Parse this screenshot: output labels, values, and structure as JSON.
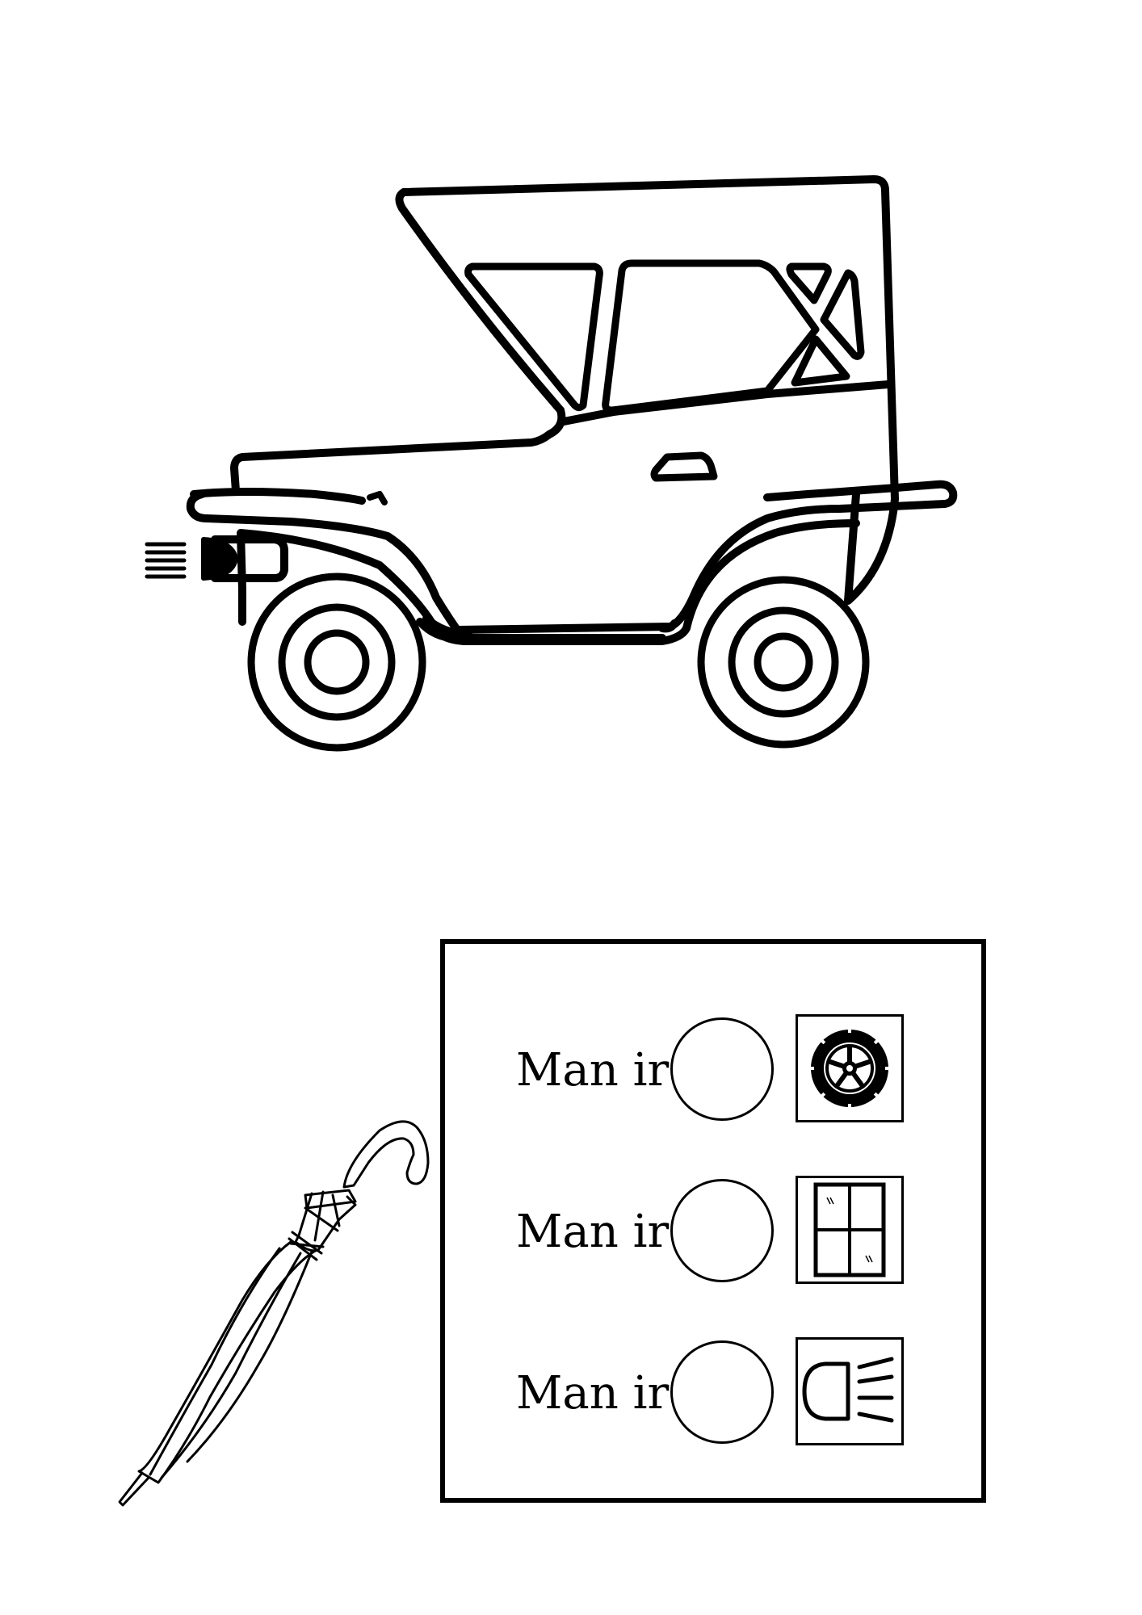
{
  "checklist": {
    "rows": [
      {
        "label": "Man ir",
        "icon": "wheel-icon"
      },
      {
        "label": "Man ir",
        "icon": "window-icon"
      },
      {
        "label": "Man ir",
        "icon": "headlight-icon"
      }
    ]
  },
  "colors": {
    "line": "#000000",
    "background": "#ffffff"
  }
}
